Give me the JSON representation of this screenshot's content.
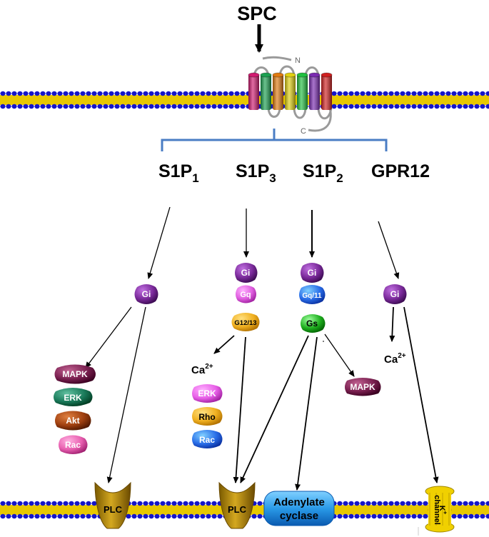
{
  "ligand": {
    "label": "SPC"
  },
  "receptor": {
    "n_terminus": "N",
    "c_terminus": "C"
  },
  "receptors": [
    {
      "main": "S1P",
      "sub": "1"
    },
    {
      "main": "S1P",
      "sub": "3"
    },
    {
      "main": "S1P",
      "sub": "2"
    },
    {
      "main": "GPR12",
      "sub": ""
    }
  ],
  "gproteins": {
    "gi": "Gi",
    "gq": "Gq",
    "g1213": "G12/13",
    "gq11": "Gq/11",
    "gs": "Gs"
  },
  "effectors": {
    "mapk": "MAPK",
    "erk": "ERK",
    "akt": "Akt",
    "rac": "Rac",
    "rho": "Rho"
  },
  "calcium": {
    "base": "Ca",
    "charge": "2+"
  },
  "bottom": {
    "plc": "PLC",
    "adenylate_line1": "Adenylate",
    "adenylate_line2": "cyclase",
    "k_symbol": "K",
    "k_charge": "+",
    "k_channel": "channel"
  },
  "colors": {
    "lipid_head": "#1515c8",
    "lipid_tail": "#e8c800",
    "bracket": "#4a7dc4",
    "gi": "#7a2a9a",
    "gq": "#e860e8",
    "g1213": "#f0b020",
    "gq11": "#2a6ee8",
    "gs": "#20b020",
    "mapk": "#7a2050",
    "erk_green": "#1a7a5a",
    "akt": "#a04010",
    "rac_pink": "#e860b0",
    "erk_pink": "#e860e8",
    "rho": "#f0b020",
    "rac_blue": "#2a6ee8",
    "plc": "#b89010",
    "adenylate": "#2a9ae8",
    "kchannel": "#f0d000"
  }
}
